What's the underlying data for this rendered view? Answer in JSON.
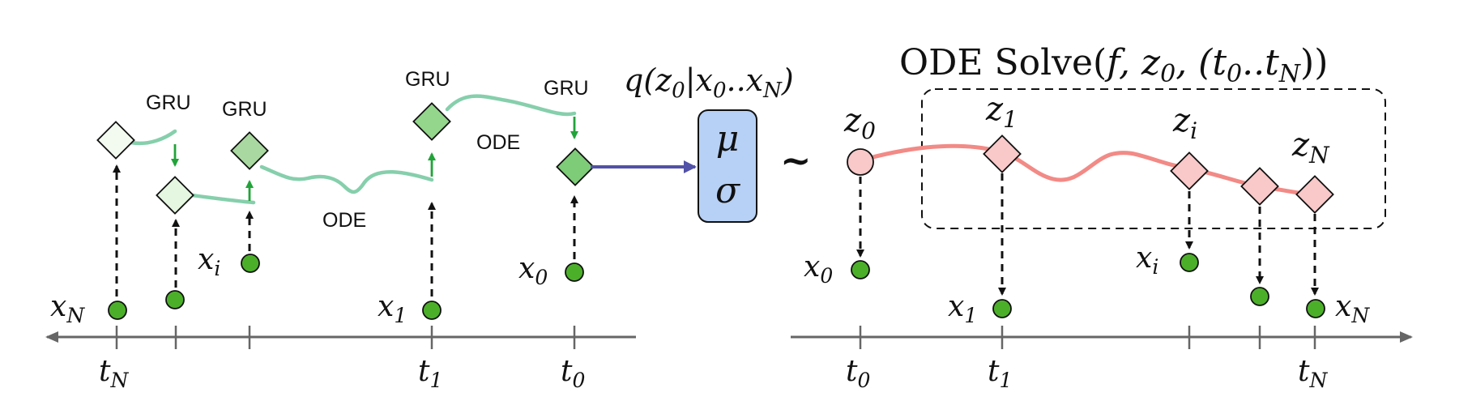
{
  "encoder": {
    "gru_labels": [
      "GRU",
      "GRU",
      "GRU",
      "GRU"
    ],
    "ode_labels": [
      "ODE",
      "ODE"
    ],
    "x_labels": {
      "xN": "x",
      "xN_sub": "N",
      "xi": "x",
      "xi_sub": "i",
      "x1": "x",
      "x1_sub": "1",
      "x0": "x",
      "x0_sub": "0"
    },
    "t_labels": {
      "tN": "t",
      "tN_sub": "N",
      "t1": "t",
      "t1_sub": "1",
      "t0": "t",
      "t0_sub": "0"
    }
  },
  "posterior": {
    "label_main": "q(z",
    "label_sub": "0",
    "label_rest": "|x",
    "label_rest_sub": "0",
    "label_dots": "..x",
    "label_dots_sub": "N",
    "label_close": ")",
    "mu": "μ",
    "sigma": "σ",
    "tilde": "~"
  },
  "decoder": {
    "title_prefix": "ODE Solve(",
    "title_f": "f",
    "title_z": ", z",
    "title_z_sub": "0",
    "title_t": ", (t",
    "title_t_sub": "0",
    "title_dots": "..t",
    "title_dots_sub": "N",
    "title_close": "))",
    "z_labels": {
      "z0": "z",
      "z0_sub": "0",
      "z1": "z",
      "z1_sub": "1",
      "zi": "z",
      "zi_sub": "i",
      "zN": "z",
      "zN_sub": "N"
    },
    "x_labels": {
      "x0": "x",
      "x0_sub": "0",
      "x1": "x",
      "x1_sub": "1",
      "xi": "x",
      "xi_sub": "i",
      "xN": "x",
      "xN_sub": "N"
    },
    "t_labels": {
      "t0": "t",
      "t0_sub": "0",
      "t1": "t",
      "t1_sub": "1",
      "tN": "t",
      "tN_sub": "N"
    }
  },
  "colors": {
    "gru_trajectory": "#86cfac",
    "gru_arrow": "#22a33a",
    "data_point": "#4caf2a",
    "posterior_box": "#b7d0f5",
    "posterior_arrow": "#5252a8",
    "ode_trajectory": "#f28a86",
    "latent_node": "#f9c8c8",
    "axis": "#666666"
  }
}
